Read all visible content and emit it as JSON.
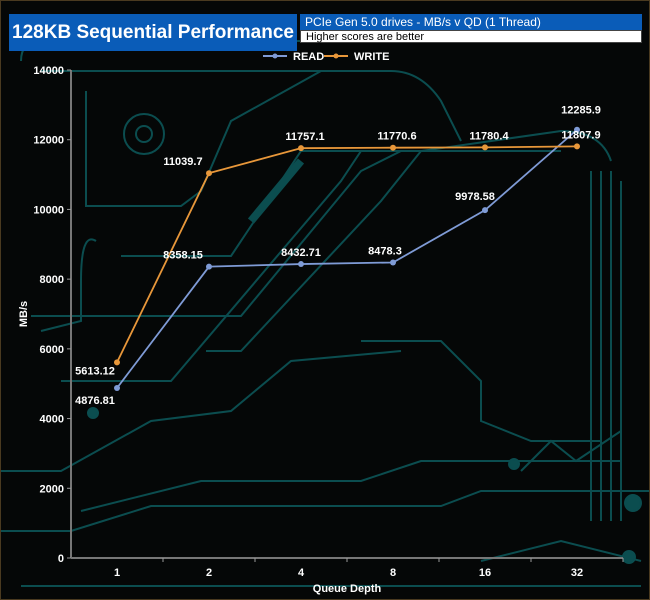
{
  "header": {
    "title": "128KB Sequential Performance",
    "subtitle": "PCIe Gen 5.0 drives - MB/s v QD (1 Thread)",
    "note": "Higher scores are better"
  },
  "colors": {
    "read": "#7f9bd6",
    "write": "#e8973a",
    "title_bg": "#0a5cb8",
    "trace": "#0d5f62"
  },
  "chart_data": {
    "type": "line",
    "title": "128KB Sequential Performance",
    "xlabel": "Queue Depth",
    "ylabel": "MB/s",
    "categories": [
      "1",
      "2",
      "4",
      "8",
      "16",
      "32"
    ],
    "ylim": [
      0,
      14000
    ],
    "yticks": [
      0,
      2000,
      4000,
      6000,
      8000,
      10000,
      12000,
      14000
    ],
    "legend": "top-center",
    "grid": false,
    "series": [
      {
        "name": "READ",
        "values": [
          4876.81,
          8358.15,
          8432.71,
          8478.3,
          9978.58,
          12285.9
        ],
        "labels": [
          "4876.81",
          "8358.15",
          "8432.71",
          "8478.3",
          "9978.58",
          "12285.9"
        ]
      },
      {
        "name": "WRITE",
        "values": [
          5613.12,
          11039.7,
          11757.1,
          11770.6,
          11780.4,
          11807.9
        ],
        "labels": [
          "5613.12",
          "11039.7",
          "11757.1",
          "11770.6",
          "11780.4",
          "11807.9"
        ]
      }
    ]
  }
}
